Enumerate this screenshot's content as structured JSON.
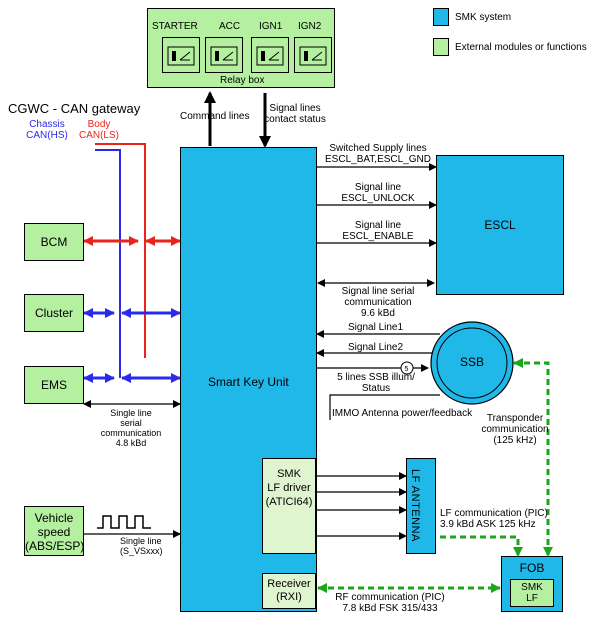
{
  "legend": {
    "smk_system": "SMK system",
    "external": "External modules or functions"
  },
  "relay_box": {
    "title": "Relay box",
    "relays": [
      "STARTER",
      "ACC",
      "IGN1",
      "IGN2"
    ]
  },
  "gateway": {
    "title": "CGWC - CAN gateway",
    "chassis": [
      "Chassis",
      "CAN(HS)"
    ],
    "body": [
      "Body",
      "CAN(LS)"
    ]
  },
  "modules": {
    "bcm": "BCM",
    "cluster": "Cluster",
    "ems": "EMS",
    "vehicle_speed": [
      "Vehicle",
      "speed",
      "(ABS/ESP)"
    ]
  },
  "smart_key_unit": {
    "title": "Smart Key Unit",
    "lf_driver": [
      "SMK",
      "LF driver",
      "(ATICI64)"
    ],
    "receiver": [
      "Receiver",
      "(RXI)"
    ]
  },
  "escl": {
    "title": "ESCL"
  },
  "ssb": {
    "title": "SSB"
  },
  "lf_antenna": {
    "title": "LF ANTENNA"
  },
  "fob": {
    "title": "FOB",
    "inner": [
      "SMK",
      "LF"
    ]
  },
  "signals": {
    "command_lines": "Command lines",
    "contact_status": [
      "Signal lines",
      "contact status"
    ],
    "switched_supply": [
      "Switched Supply lines",
      "ESCL_BAT,ESCL_GND"
    ],
    "unlock": [
      "Signal line",
      "ESCL_UNLOCK"
    ],
    "enable": [
      "Signal line",
      "ESCL_ENABLE"
    ],
    "serial_escl": [
      "Signal line serial",
      "communication",
      "9.6 kBd"
    ],
    "signal_line1": "Signal Line1",
    "signal_line2": "Signal Line2",
    "ssb_illum": [
      "5 lines SSB illum/",
      "Status"
    ],
    "immo": "IMMO Antenna power/feedback",
    "transponder": [
      "Transponder",
      "communication",
      "(125 kHz)"
    ],
    "serial_ems": [
      "Single line",
      "serial",
      "communication",
      "4.8 kBd"
    ],
    "single_line_speed": [
      "Single line",
      "(S_VSxxx)"
    ],
    "lf_comm": [
      "LF communication (PIC)",
      "3.9 kBd ASK 125 kHz"
    ],
    "rf_comm": [
      "RF communication (PIC)",
      "7.8 kBd FSK 315/433"
    ]
  }
}
